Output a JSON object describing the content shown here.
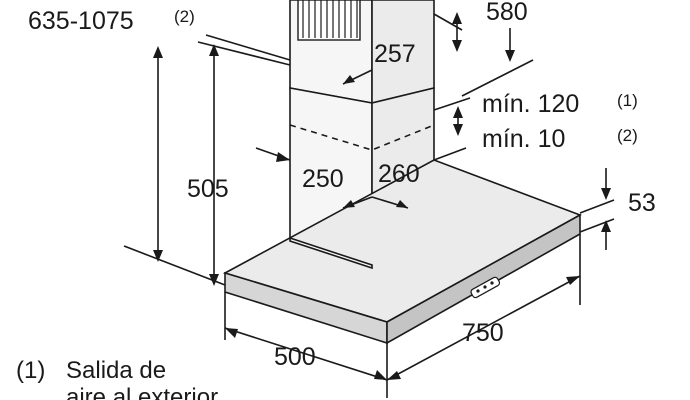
{
  "dimensions": {
    "chimney_total_height": "635-1075",
    "chimney_total_height_note": "(2)",
    "hood_height": "505",
    "chimney_width": "257",
    "chimney_depth": "580",
    "chimney_inner_left": "250",
    "chimney_inner_right": "260",
    "clearance_1": "mín. 120",
    "clearance_1_note": "(1)",
    "clearance_2": "mín. 10",
    "clearance_2_note": "(2)",
    "canopy_thickness": "53",
    "hood_depth": "500",
    "hood_width": "750"
  },
  "legend": {
    "item_1_number": "(1)",
    "item_1_line_1": "Salida de",
    "item_1_line_2": "aire al exterior"
  }
}
